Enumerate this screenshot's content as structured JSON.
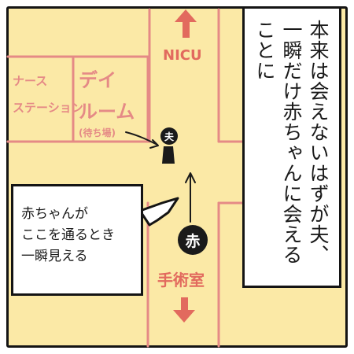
{
  "map": {
    "nurse_station": [
      "ナース",
      "ステーション"
    ],
    "day_room": [
      "デイ",
      "ルーム"
    ],
    "waiting_area": "(待ち場)",
    "nicu": "NICU",
    "operating_room": "手術室"
  },
  "people": {
    "husband": "夫",
    "baby": "赤"
  },
  "narration": {
    "text": "本来は会えないはずが夫、一瞬だけ赤ちゃんに会えることに"
  },
  "caption": {
    "lines": [
      "赤ちゃんが",
      "ここを通るとき",
      "一瞬見える"
    ]
  },
  "colors": {
    "panel_bg": "#fbe9a6",
    "map_lines": "#e58a86",
    "ink": "#141414"
  }
}
